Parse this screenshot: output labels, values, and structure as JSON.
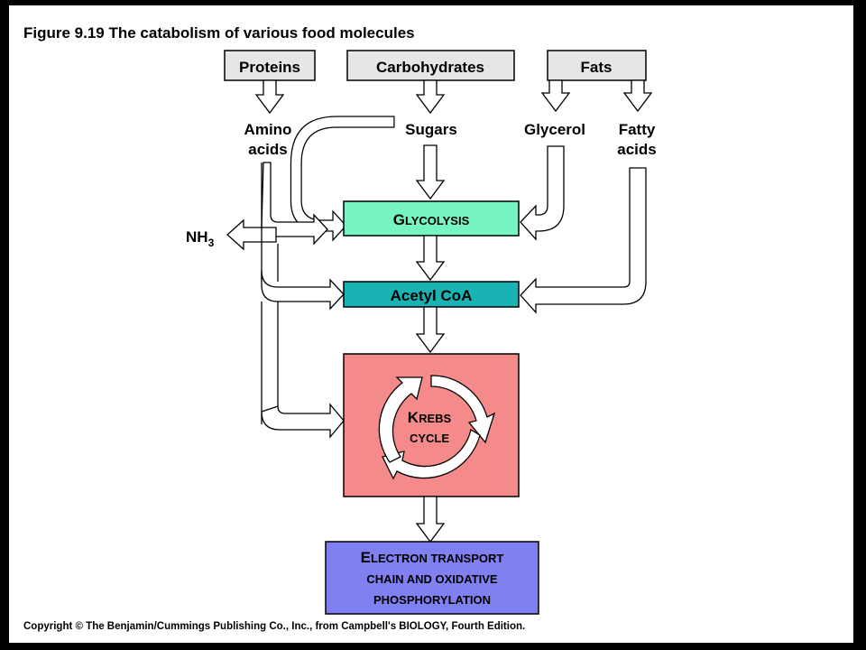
{
  "figure": {
    "title": "Figure 9.19  The catabolism of various food molecules",
    "copyright": "Copyright © The Benjamin/Cummings Publishing Co., Inc., from Campbell's BIOLOGY, Fourth Edition."
  },
  "sources": {
    "proteins": "Proteins",
    "carbohydrates": "Carbohydrates",
    "fats": "Fats"
  },
  "intermediates": {
    "amino_line1": "Amino",
    "amino_line2": "acids",
    "sugars": "Sugars",
    "glycerol": "Glycerol",
    "fatty_line1": "Fatty",
    "fatty_line2": "acids",
    "nh3_base": "NH",
    "nh3_sub": "3"
  },
  "stages": {
    "glycolysis_first": "G",
    "glycolysis_rest": "LYCOLYSIS",
    "acetyl": "Acetyl CoA",
    "krebs1_first": "K",
    "krebs1_rest": "REBS",
    "krebs2": "CYCLE",
    "etc1_first": "E",
    "etc1_rest": "LECTRON TRANSPORT",
    "etc2": "CHAIN AND OXIDATIVE",
    "etc3": "PHOSPHORYLATION"
  },
  "colors": {
    "source_box": "#e6e6e6",
    "glycolysis": "#77f5c0",
    "acetyl_coa": "#19b3b3",
    "krebs": "#f58a8a",
    "etc": "#8080f0"
  }
}
